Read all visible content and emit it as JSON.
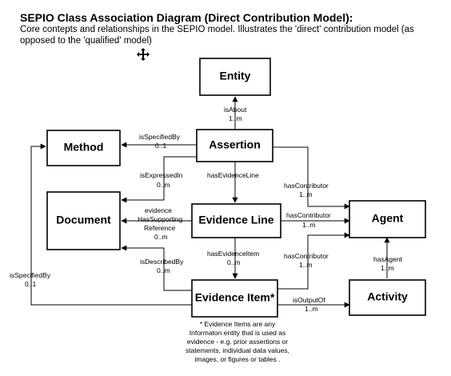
{
  "header": {
    "title": "SEPIO Class Association  Diagram (Direct Contribution Model):",
    "description": "Core contepts and relationships in the SEPIO model. Illustrates the  'direct' contribution model (as opposed to the 'qualified' model)"
  },
  "icons": {
    "move": "move-cursor-icon"
  },
  "nodes": {
    "entity": "Entity",
    "method": "Method",
    "assertion": "Assertion",
    "document": "Document",
    "evidence_line": "Evidence Line",
    "agent": "Agent",
    "evidence_item": "Evidence Item*",
    "activity": "Activity"
  },
  "edges": {
    "is_about": {
      "name": "isAbout",
      "card": "1..m"
    },
    "assertion_specified_by": {
      "name": "isSpecifiedBy",
      "card": "0..1"
    },
    "is_expressed_in": {
      "name": "isExpressedIn",
      "card": "0..m"
    },
    "has_evidence_line": {
      "name": "hasEvidenceLine"
    },
    "assertion_contributor": {
      "name": "hasContributor",
      "card": "1..m"
    },
    "supporting_reference": {
      "line1": "evidence",
      "line2": "HasSupporting",
      "line3": "Reference",
      "card": "0..m"
    },
    "evidence_line_contributor": {
      "name": "hasContributor",
      "card": "1..m"
    },
    "has_evidence_item": {
      "name": "hasEvidenceItem",
      "card": "0..m"
    },
    "is_described_by": {
      "name": "isDescribedBy",
      "card": "0..m"
    },
    "item_contributor": {
      "name": "hasContributor",
      "card": "1..m"
    },
    "has_agent": {
      "name": "hasAgent",
      "card": "1..m"
    },
    "item_specified_by": {
      "name": "isSpecifiedBy",
      "card": "0..1"
    },
    "is_output_of": {
      "name": "isOutputOf",
      "card": "1..m"
    }
  },
  "footnote": {
    "line1": "* Evidence Items are any",
    "line2": "Informaton entity that is used as",
    "line3": "evidence - e.g. prior assertions or",
    "line4": "statements, individual data values,",
    "line5": "images,  or figures or tables ."
  }
}
